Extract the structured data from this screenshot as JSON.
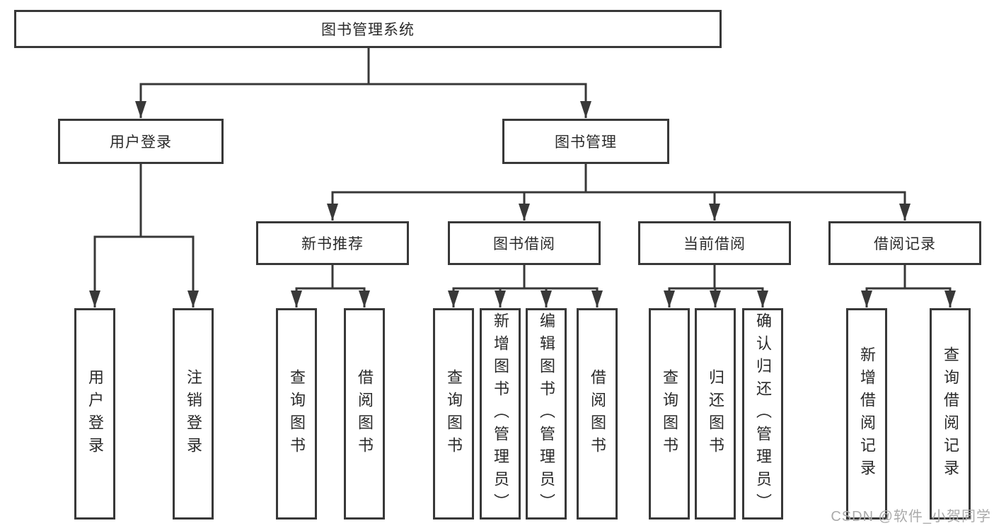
{
  "diagram": {
    "root": "图书管理系统",
    "user_login": {
      "label": "用户登录",
      "children": [
        "用户登录",
        "注销登录"
      ]
    },
    "book_mgmt": {
      "label": "图书管理",
      "sections": [
        {
          "label": "新书推荐",
          "children": [
            "查询图书",
            "借阅图书"
          ]
        },
        {
          "label": "图书借阅",
          "children": [
            "查询图书",
            "新增图书（管理员）",
            "编辑图书（管理员）",
            "借阅图书"
          ]
        },
        {
          "label": "当前借阅",
          "children": [
            "查询图书",
            "归还图书",
            "确认归还（管理员）"
          ]
        },
        {
          "label": "借阅记录",
          "children": [
            "新增借阅记录",
            "查询借阅记录"
          ]
        }
      ]
    }
  },
  "watermark": "CSDN @软件_小贺同学",
  "colors": {
    "line": "#383838",
    "text": "#2a2a2a",
    "watermark": "#aaaaaa",
    "background": "#ffffff"
  }
}
